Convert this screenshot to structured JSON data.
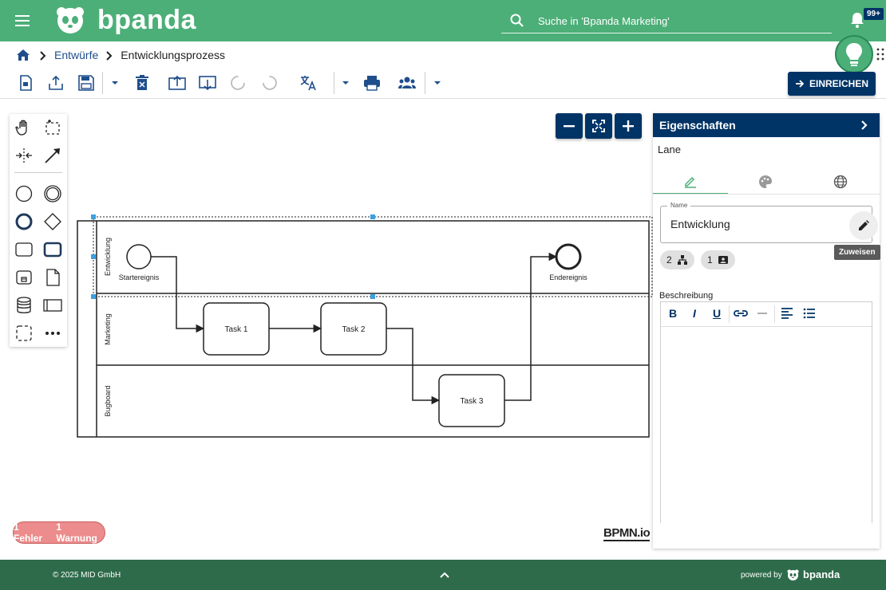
{
  "header": {
    "brand": "bpanda",
    "search_placeholder": "Suche in 'Bpanda Marketing'",
    "notification_count": "99+",
    "bg_color": "#4caf78"
  },
  "breadcrumb": {
    "items": [
      "Entwürfe",
      "Entwicklungsprozess"
    ]
  },
  "toolbar": {
    "submit_label": "EINREICHEN",
    "icons": [
      "import-file-icon",
      "upload-icon",
      "save-icon",
      "dropdown-icon",
      "delete-icon",
      "export-icon",
      "download-icon",
      "undo-icon",
      "redo-icon",
      "translate-icon",
      "dropdown-icon",
      "print-icon",
      "share-users-icon",
      "dropdown-icon"
    ]
  },
  "palette": {
    "icons": [
      "hand-tool-icon",
      "lasso-tool-icon",
      "space-tool-icon",
      "connect-tool-icon",
      "start-event-icon",
      "intermediate-event-icon",
      "end-event-icon",
      "gateway-icon",
      "task-icon",
      "subprocess-icon",
      "data-object-reference-icon",
      "data-object-icon",
      "data-store-icon",
      "pool-icon",
      "group-icon",
      "more-icon"
    ]
  },
  "diagram": {
    "lanes": [
      "Entwicklung",
      "Marketing",
      "Bugboard"
    ],
    "start_event": "Startereignis",
    "end_event": "Endereignis",
    "tasks": [
      "Task 1",
      "Task 2",
      "Task 3"
    ]
  },
  "properties": {
    "title": "Eigenschaften",
    "element_type": "Lane",
    "name_label": "Name",
    "name_value": "Entwicklung",
    "assign_tooltip": "Zuweisen",
    "chip_groups": "2",
    "chip_persons": "1",
    "description_label": "Beschreibung",
    "editor_buttons": [
      "B",
      "I",
      "U"
    ]
  },
  "status": {
    "errors": "1 Fehler",
    "warnings": "1 Warnung",
    "bpmn_logo": "BPMN.io"
  },
  "footer": {
    "copyright": "© 2025 MID GmbH",
    "powered_by": "powered by",
    "powered_name": "bpanda"
  },
  "colors": {
    "primary_navy": "#003366",
    "brand_green": "#4caf78",
    "footer_green": "#2e6b4a",
    "error_red": "#ec8c8c"
  }
}
